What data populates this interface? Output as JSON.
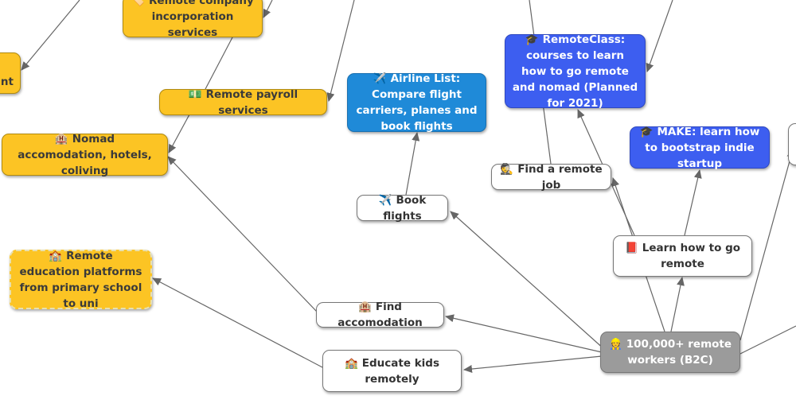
{
  "nodes": {
    "left_partial": {
      "label": "nt"
    },
    "company": {
      "icon": "🏷️",
      "label": "Remote company incorporation services"
    },
    "payroll": {
      "icon": "💵",
      "label": "Remote payroll services"
    },
    "nomad": {
      "icon": "🏨",
      "label": "Nomad accomodation, hotels, coliving"
    },
    "airline": {
      "icon": "✈️",
      "label": "Airline List: Compare flight carriers, planes and book flights"
    },
    "remoteclass": {
      "icon": "🎓",
      "label": "RemoteClass: courses to learn how to go remote and nomad (Planned for 2021)"
    },
    "make": {
      "icon": "🎓",
      "label": "MAKE: learn how to bootstrap indie startup"
    },
    "remote_job": {
      "icon": "🕵️",
      "label": "Find a remote job"
    },
    "book_flights": {
      "icon": "✈️",
      "label": "Book flights"
    },
    "learn": {
      "icon": "📕",
      "label": "Learn how to go remote"
    },
    "education": {
      "icon": "🏫",
      "label": "Remote education platforms from primary school to uni"
    },
    "find_accom": {
      "icon": "🏨",
      "label": "Find accomodation"
    },
    "educate_kids": {
      "icon": "🏫",
      "label": "Educate kids remotely"
    },
    "workers": {
      "icon": "👷",
      "label": "100,000+ remote workers (B2C)"
    }
  },
  "colors": {
    "yellow": "#fcc424",
    "blue": "#3d5ef0",
    "sky": "#1f8ad8",
    "gray": "#9b9b9b",
    "edge": "#666666"
  }
}
